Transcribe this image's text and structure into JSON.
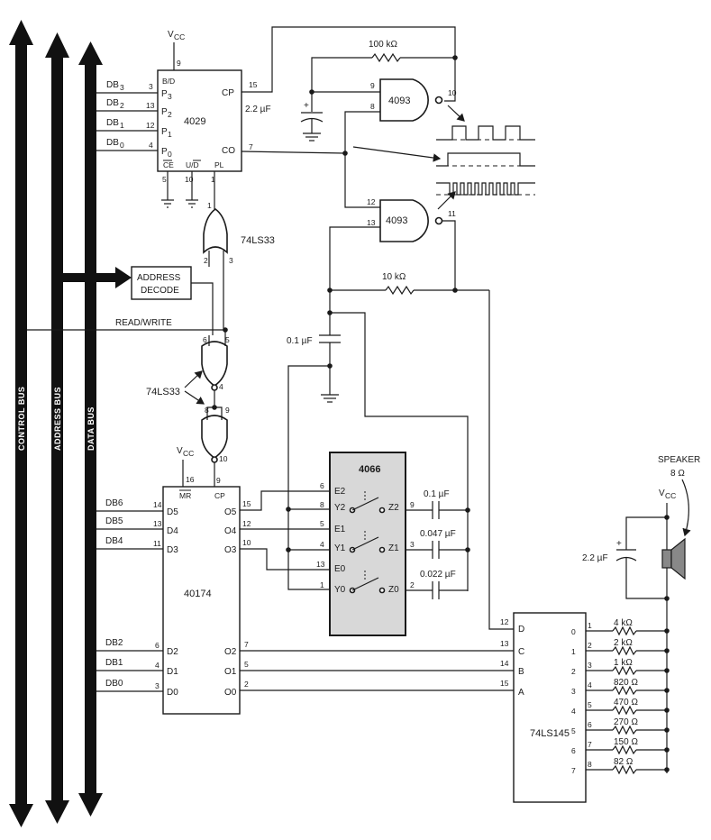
{
  "buses": {
    "control": "CONTROL BUS",
    "address": "ADDRESS BUS",
    "data": "DATA BUS"
  },
  "chips": {
    "c4029": "4029",
    "c4093_top": "4093",
    "c4093_bot": "4093",
    "c74ls33_top": "74LS33",
    "c74ls33_mid": "74LS33",
    "c4066": "4066",
    "c40174": "40174",
    "c74ls145": "74LS145"
  },
  "labels": {
    "vcc": "V",
    "vcc_sub": "CC",
    "address_decode_1": "ADDRESS",
    "address_decode_2": "DECODE",
    "read_write": "READ/WRITE",
    "speaker": "SPEAKER",
    "speaker_ohm": "8 Ω"
  },
  "components": {
    "r_100k": "100 kΩ",
    "r_10k": "10 kΩ",
    "c_22uF_top": "2.2 µF",
    "c_01uF": "0.1 µF",
    "c_22uF_spk": "2.2 µF",
    "c_z2": "0.1 µF",
    "c_z1": "0.047 µF",
    "c_z0": "0.022 µF",
    "resistors": [
      "4 kΩ",
      "2 kΩ",
      "1 kΩ",
      "820 Ω",
      "470 Ω",
      "270 Ω",
      "150 Ω",
      "82 Ω"
    ]
  },
  "pins_4029": {
    "db3": "DB",
    "db3s": "3",
    "db2": "DB",
    "db2s": "2",
    "db1": "DB",
    "db1s": "1",
    "db0": "DB",
    "db0s": "0",
    "p3": "P",
    "p2": "P",
    "p1": "P",
    "p0": "P",
    "bd": "B/D",
    "cp": "CP",
    "co": "CO",
    "ce": "CE",
    "ud": "U/D",
    "pl": "PL"
  },
  "pins_40174": {
    "db6": "DB6",
    "db5": "DB5",
    "db4": "DB4",
    "db2": "DB2",
    "db1": "DB1",
    "db0": "DB0",
    "mr": "MR",
    "cp": "CP"
  },
  "pins_74145": {
    "d": "D",
    "c": "C",
    "b": "B",
    "a": "A",
    "outs": [
      "0",
      "1",
      "2",
      "3",
      "4",
      "5",
      "6",
      "7"
    ],
    "res_pins": [
      "1",
      "2",
      "3",
      "4",
      "5",
      "6",
      "7",
      "8"
    ]
  }
}
